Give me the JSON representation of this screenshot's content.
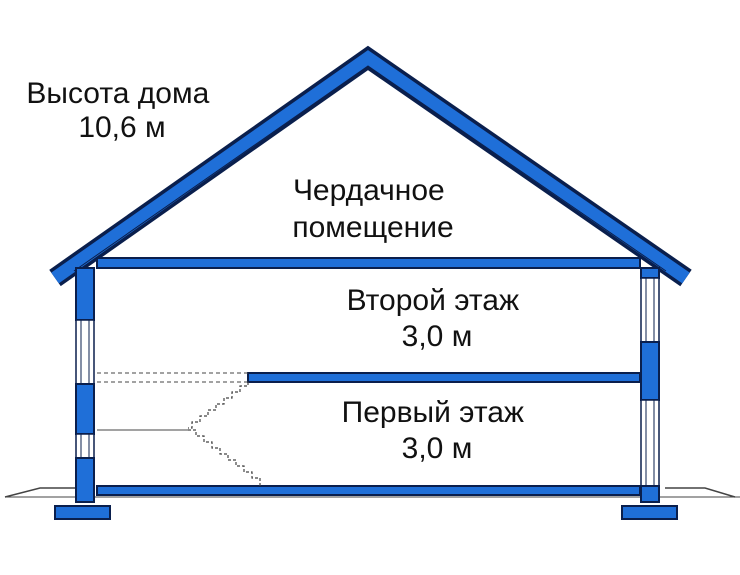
{
  "labels": {
    "house_height_line1": "Высота дома",
    "house_height_line2": "10,6 м",
    "attic_line1": "Чердачное",
    "attic_line2": "помещение",
    "second_floor_line1": "Второй этаж",
    "second_floor_line2": "3,0 м",
    "first_floor_line1": "Первый этаж",
    "first_floor_line2": "3,0 м"
  },
  "colors": {
    "structure_fill": "#1f6fd8",
    "outline": "#0a1f4d",
    "text": "#111111",
    "background": "#ffffff",
    "thin_line": "#444444"
  }
}
